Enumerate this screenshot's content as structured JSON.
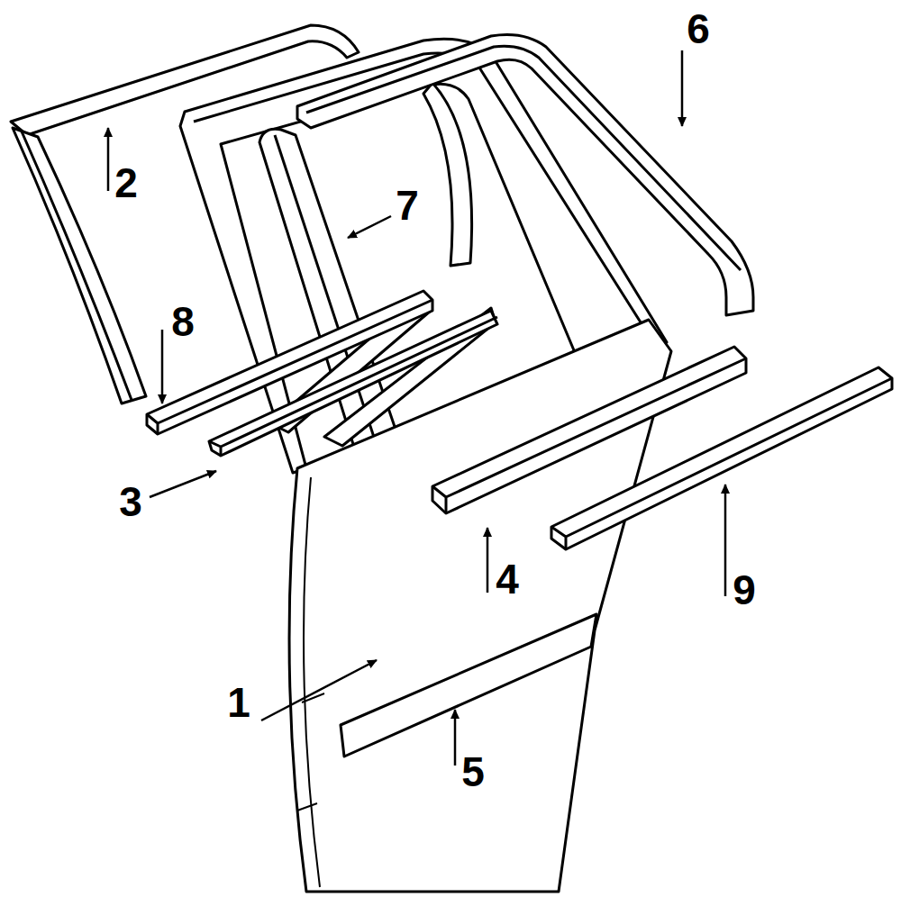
{
  "diagram": {
    "labels": [
      "6",
      "2",
      "7",
      "8",
      "3",
      "4",
      "9",
      "1",
      "5"
    ]
  }
}
